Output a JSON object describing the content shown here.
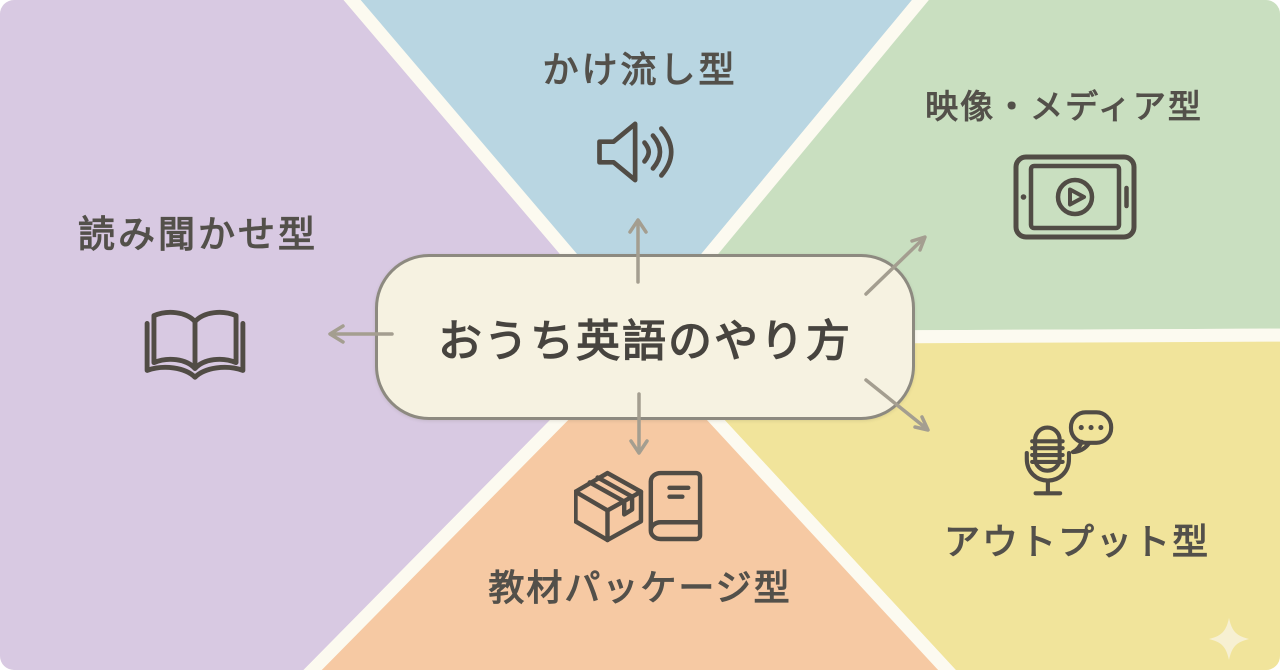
{
  "diagram": {
    "center": {
      "title": "おうち英語のやり方"
    },
    "sections": [
      {
        "id": "kakenagashi",
        "label": "かけ流し型",
        "icon": "speaker-icon",
        "position": "top",
        "color": "#b9d6e2"
      },
      {
        "id": "eizo-media",
        "label": "映像・メディア型",
        "icon": "tablet-play-icon",
        "position": "top-right",
        "color": "#c9dfc0"
      },
      {
        "id": "output",
        "label": "アウトプット型",
        "icon": "microphone-speech-icon",
        "position": "bottom-right",
        "color": "#f1e49b"
      },
      {
        "id": "kyozai",
        "label": "教材パッケージ型",
        "icon": "box-book-icon",
        "position": "bottom",
        "color": "#f6c9a3"
      },
      {
        "id": "yomikikase",
        "label": "読み聞かせ型",
        "icon": "open-book-icon",
        "position": "left",
        "color": "#d8c9e2"
      }
    ],
    "palette": {
      "gap_white": "#fcfaf0",
      "purple": "#d8c9e2",
      "blue": "#b9d6e2",
      "green": "#c9dfc0",
      "yellow": "#f1e49b",
      "orange": "#f6c9a3",
      "node_fill": "#f6f2e1",
      "node_border": "#8d8a80",
      "text": "#53504a",
      "icon_stroke": "#514c45",
      "arrow": "#a49e90",
      "sparkle": "#f7f0d2"
    }
  }
}
